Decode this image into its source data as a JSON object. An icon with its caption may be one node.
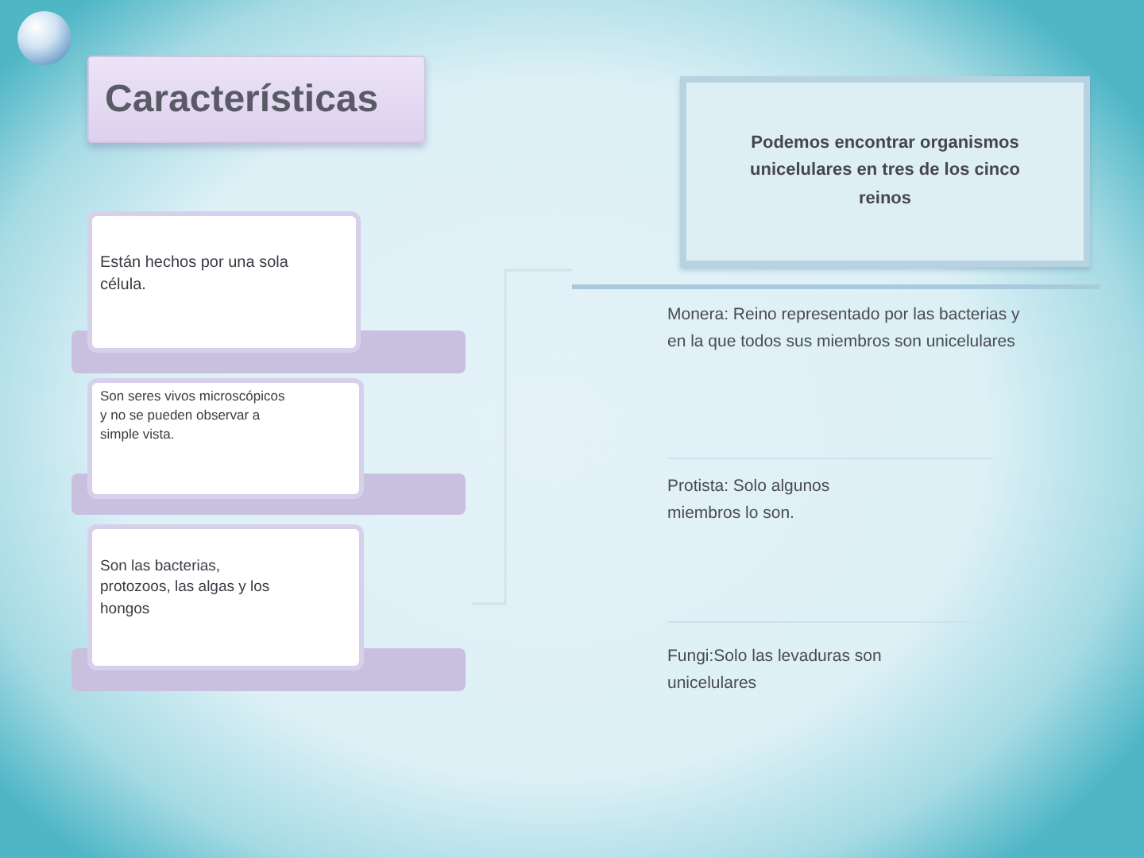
{
  "diagram": {
    "nodes": [
      {
        "text": [
          "Características"
        ]
      },
      {
        "text": [
          "Están hechos por una sola célula."
        ]
      },
      {
        "text": [
          "Son seres vivos microscópicos y no se pueden observar a simple vista."
        ]
      },
      {
        "text": [
          "Son las bacterias, protozoos, las algas y los hongos"
        ]
      },
      {
        "text": [
          "Podemos encontrar organismos unicelulares en tres de los cinco reinos"
        ]
      }
    ],
    "labels": [
      "Monera: Reino representado por las bacterias y en la que todos sus miembros son unicelulares",
      "Protista: Solo algunos miembros lo son.",
      "Fungi:Solo las levaduras son unicelulares"
    ]
  }
}
